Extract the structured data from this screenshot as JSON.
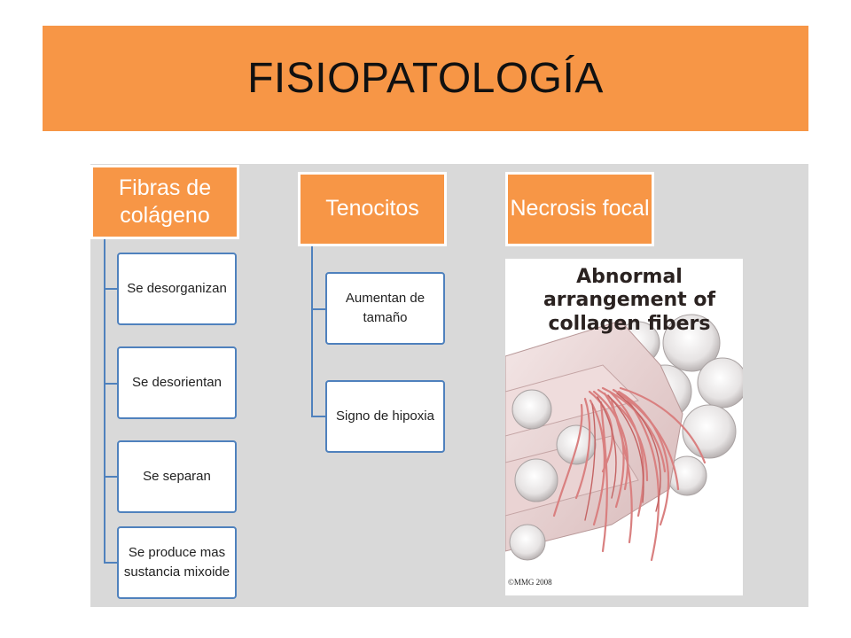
{
  "title": "FISIOPATOLOGÍA",
  "columns": [
    {
      "heading": "Fibras de colágeno",
      "items": [
        "Se desorganizan",
        "Se desorientan",
        "Se separan",
        "Se produce mas sustancia mixoide"
      ]
    },
    {
      "heading": "Tenocitos",
      "items": [
        "Aumentan de tamaño",
        "Signo de hipoxia"
      ]
    },
    {
      "heading": "Necrosis focal",
      "items": []
    }
  ],
  "image": {
    "caption": "Abnormal arrangement of collagen fibers",
    "copyright": "©MMG 2008"
  },
  "colors": {
    "accent": "#f79646",
    "panel": "#d9d9d9",
    "connector": "#4f81bd"
  }
}
